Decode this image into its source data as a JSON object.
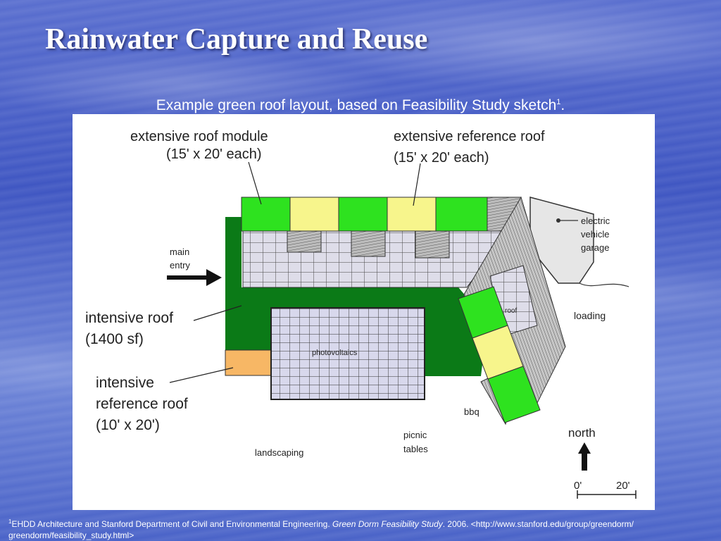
{
  "slide": {
    "title": "Rainwater Capture and Reuse",
    "caption": "Example green roof layout, based on Feasibility Study sketch",
    "caption_sup": "1",
    "caption_end": "."
  },
  "figure": {
    "labels": {
      "extensive_module": [
        "extensive roof module",
        "(15' x 20' each)"
      ],
      "extensive_reference": [
        "extensive reference roof",
        "(15' x 20' each)"
      ],
      "main_entry": [
        "main",
        "entry"
      ],
      "intensive_roof": [
        "intensive roof",
        "(1400 sf)"
      ],
      "intensive_reference": [
        "intensive",
        "reference roof",
        "(10' x 20')"
      ],
      "electric_vehicle": [
        "electric",
        "vehicle",
        "garage"
      ],
      "loading": "loading",
      "roof": "roof",
      "photovoltaics": "photovoltaics",
      "bbq": "bbq",
      "picnic": [
        "picnic",
        "tables"
      ],
      "landscaping": "landscaping",
      "north": "north",
      "scale_start": "0'",
      "scale_end": "20'"
    },
    "colors": {
      "intensive_green": "#0b7a17",
      "module_green": "#2ee21f",
      "reference_yellow": "#f7f58c",
      "intensive_reference_orange": "#f7b765",
      "photovoltaic_fill": "#d8d8ec"
    }
  },
  "footnote": {
    "sup": "1",
    "text_before": "EHDD Architecture and Stanford Department of Civil and Environmental Engineering. ",
    "italic": "Green Dorm Feasibility Study",
    "text_after": ". 2006. <http://www.stanford.edu/group/greendorm/",
    "line2": "greendorm/feasibility_study.html>"
  }
}
